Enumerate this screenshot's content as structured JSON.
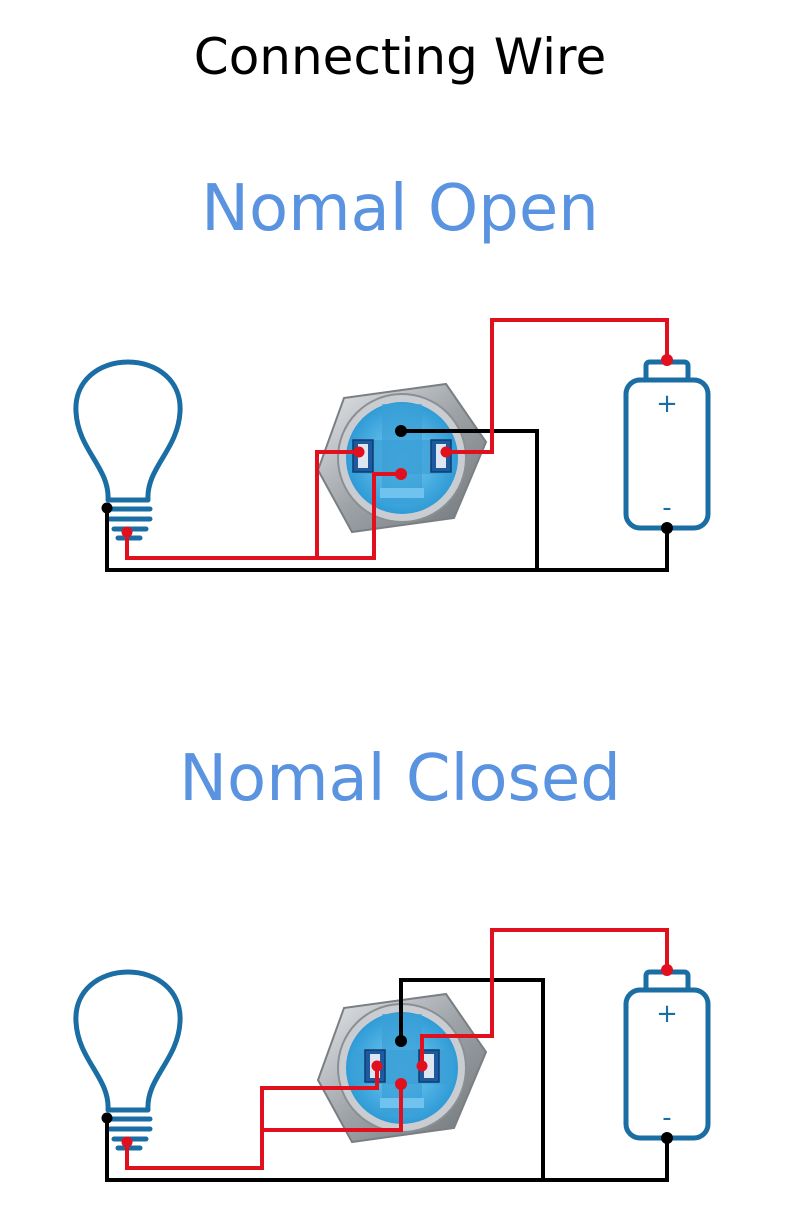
{
  "title": "Connecting Wire",
  "colors": {
    "heading": "#5a93e0",
    "outline": "#1a6ea4",
    "wire_red": "#e0101e",
    "wire_black": "#000000",
    "switch_face": "#4fb4e6",
    "switch_metal": "#aeb2b6"
  },
  "diagrams": [
    {
      "title": "Nomal Open",
      "battery_plus": "+",
      "battery_minus": "-"
    },
    {
      "title": "Nomal Closed",
      "battery_plus": "+",
      "battery_minus": "-"
    }
  ]
}
